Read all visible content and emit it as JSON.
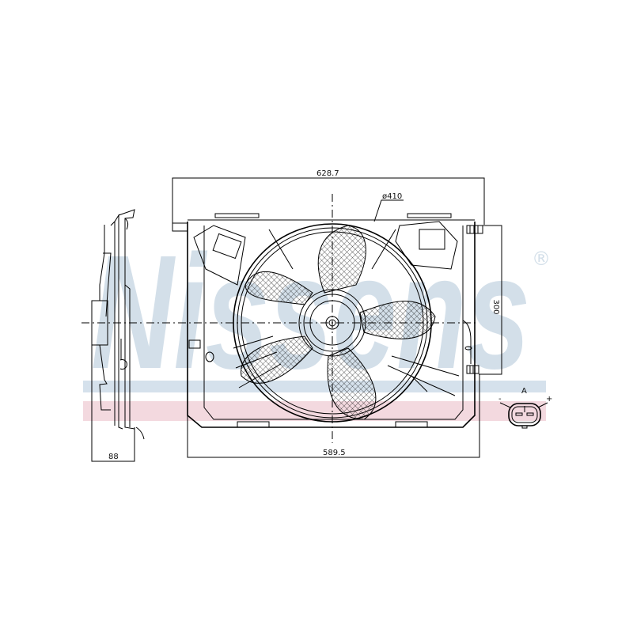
{
  "drawing": {
    "title": "Radiator cooling fan assembly - technical drawing",
    "watermark": {
      "brand": "Nissens",
      "registered_mark": "®",
      "colors": {
        "blue": "#d3dfe9",
        "stripe_blue": "#d5e1ec",
        "stripe_red": "#f3d9df"
      }
    },
    "dimensions": {
      "overall_width_top": "628.7",
      "fan_diameter": "ø410",
      "height_right": "300",
      "bottom_width": "589.5",
      "side_depth": "88"
    },
    "connector": {
      "label": "A",
      "minus": "-",
      "plus": "+"
    },
    "views": [
      {
        "name": "side-view",
        "description": "Side profile of shroud"
      },
      {
        "name": "front-view",
        "description": "Front view of shroud with 5-blade fan"
      },
      {
        "name": "connector-detail",
        "description": "Electrical connector A"
      }
    ],
    "line_color": "#000000",
    "background": "#ffffff"
  }
}
